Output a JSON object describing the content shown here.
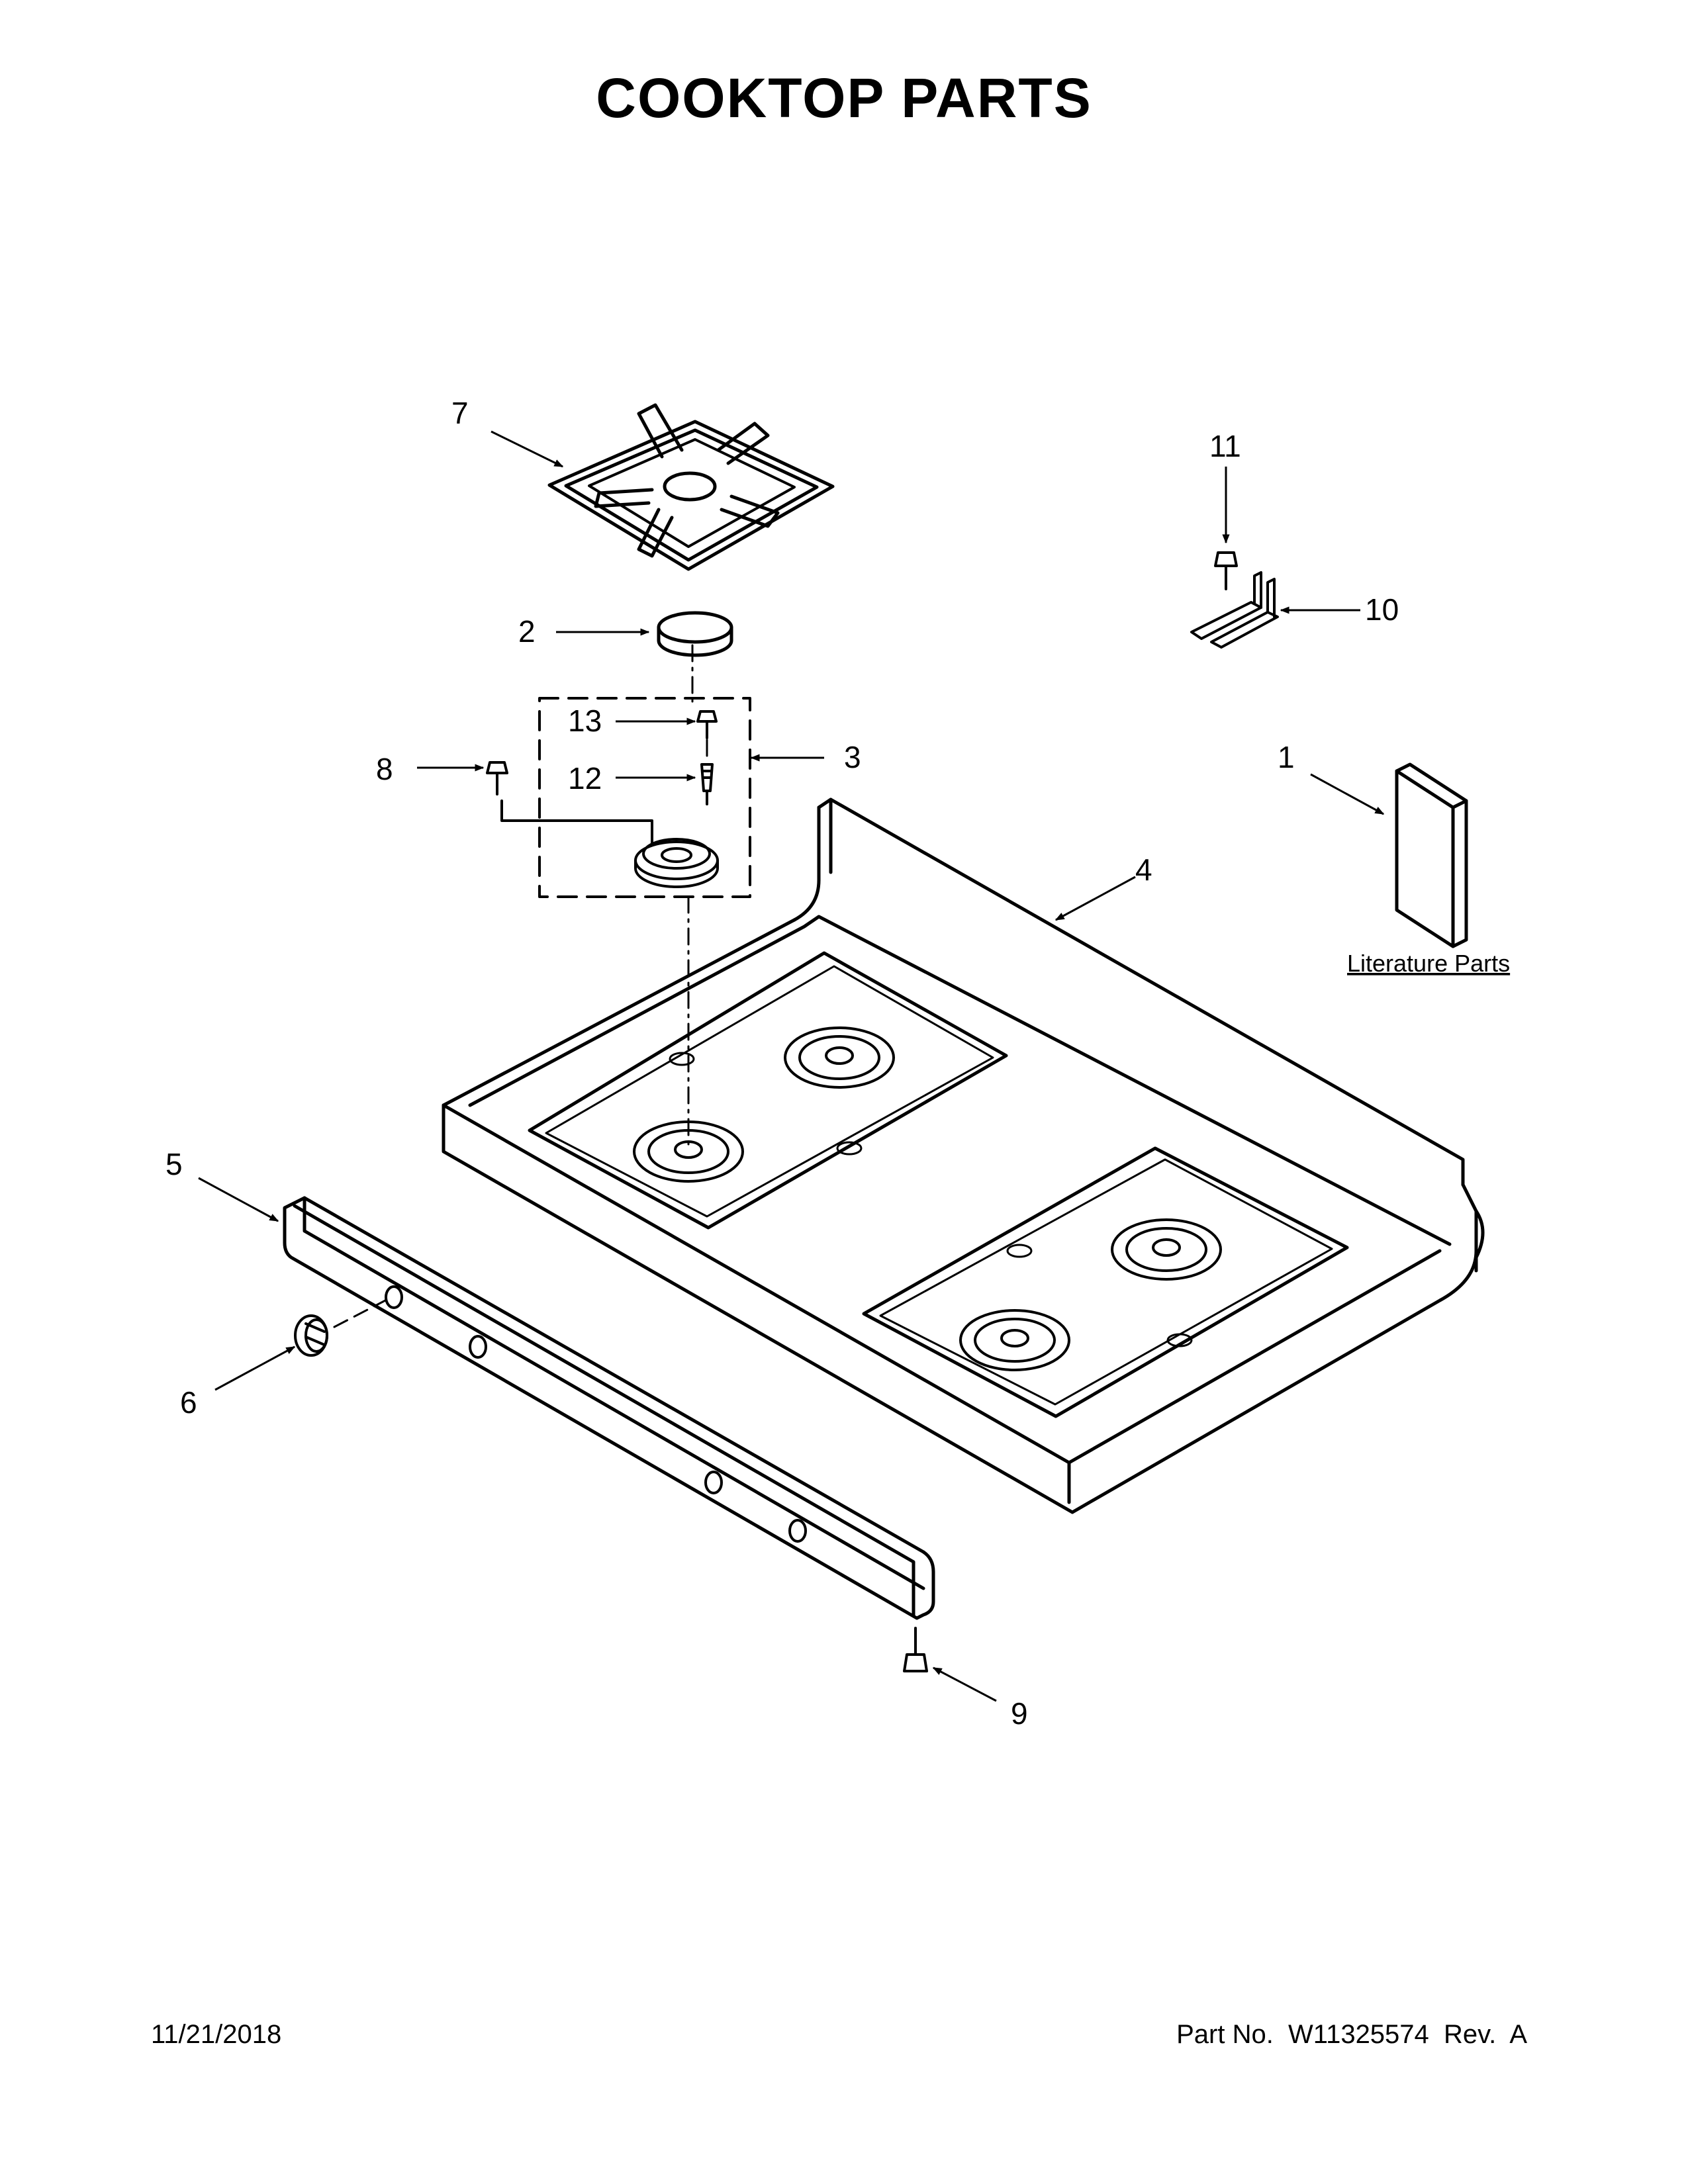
{
  "title": "COOKTOP PARTS",
  "callouts": {
    "c1": "1",
    "c2": "2",
    "c3": "3",
    "c4": "4",
    "c5": "5",
    "c6": "6",
    "c7": "7",
    "c8": "8",
    "c9": "9",
    "c10": "10",
    "c11": "11",
    "c12": "12",
    "c13": "13"
  },
  "literature_label": "Literature Parts",
  "footer": {
    "date": "11/21/2018",
    "part_number": "Part No.  W11325574  Rev.  A"
  }
}
